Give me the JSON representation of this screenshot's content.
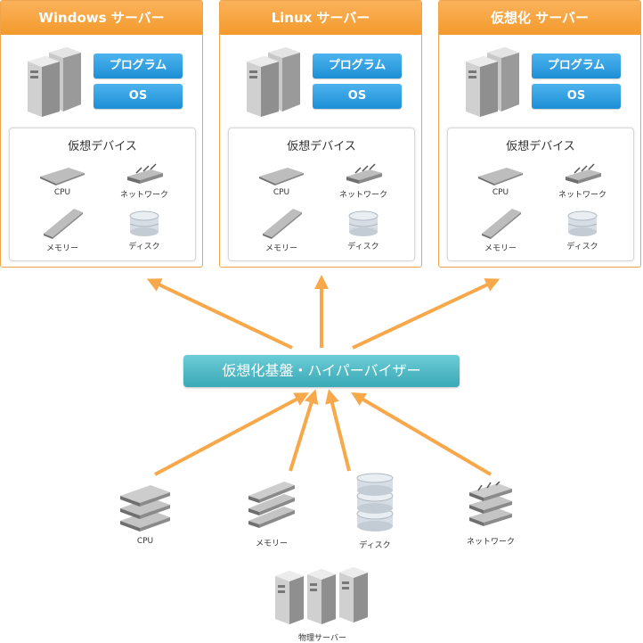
{
  "vms": [
    {
      "title": "Windows サーバー"
    },
    {
      "title": "Linux サーバー"
    },
    {
      "title": "仮想化 サーバー"
    }
  ],
  "vm_common": {
    "program_label": "プログラム",
    "os_label": "OS",
    "devices_title": "仮想デバイス",
    "devices": {
      "cpu": "CPU",
      "network": "ネットワーク",
      "memory": "メモリー",
      "disk": "ディスク"
    }
  },
  "hypervisor_label": "仮想化基盤・ハイパーバイザー",
  "physical": {
    "cpu": "CPU",
    "memory": "メモリー",
    "disk": "ディスク",
    "network": "ネットワーク",
    "server": "物理サーバー"
  },
  "colors": {
    "orange": "#f39a2c",
    "blue": "#1d8fd6",
    "teal": "#3aa9b6",
    "arrow": "#f7a84a"
  },
  "icons": [
    "server-tower-icon",
    "cpu-chip-icon",
    "network-card-icon",
    "memory-stick-icon",
    "disk-stack-icon"
  ]
}
